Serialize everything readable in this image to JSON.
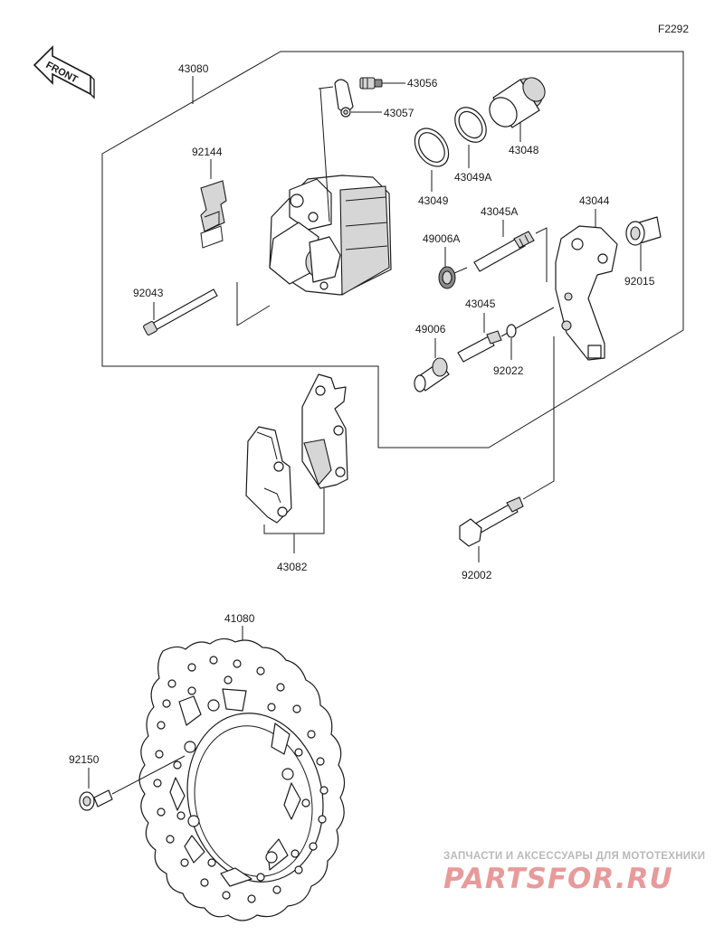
{
  "figure_code": "F2292",
  "front_label": "FRONT",
  "parts": {
    "p43080": "43080",
    "p43056": "43056",
    "p43057": "43057",
    "p43048": "43048",
    "p92144": "92144",
    "p43049A": "43049A",
    "p43049": "43049",
    "p43045A": "43045A",
    "p43044": "43044",
    "p49006A": "49006A",
    "p92015": "92015",
    "p92043": "92043",
    "p43045": "43045",
    "p49006": "49006",
    "p92022": "92022",
    "p43082": "43082",
    "p92002": "92002",
    "p41080": "41080",
    "p92150": "92150"
  },
  "watermark": {
    "line1": "ЗАПЧАСТИ И АКСЕССУАРЫ ДЛЯ МОТОТЕХНИКИ",
    "line2": "PARTSFOR.RU"
  }
}
